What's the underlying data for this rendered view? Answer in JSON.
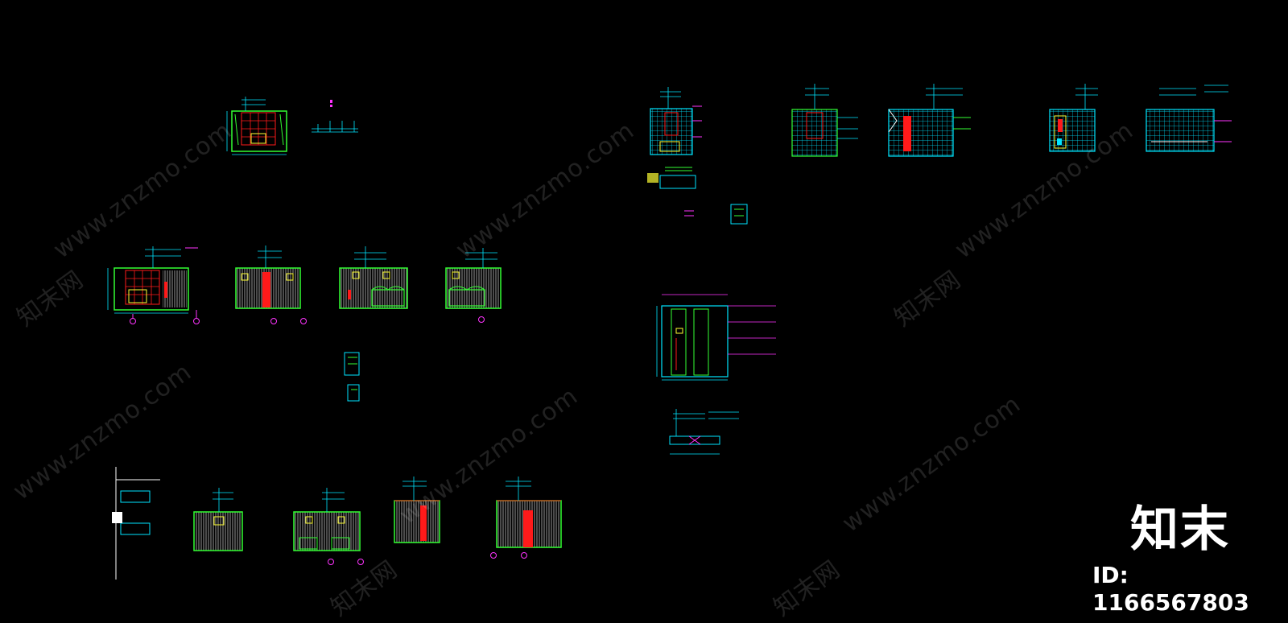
{
  "watermark": {
    "url_text": "www.znzmo.com",
    "site_text": "知末网",
    "logo_text": "知末",
    "id_text": "ID: 1166567803"
  },
  "colors": {
    "background": "#000000",
    "cyan": "#00e5ff",
    "green": "#33ff33",
    "magenta": "#ff33ff",
    "red": "#ff1a1a",
    "white": "#ffffff",
    "yellow": "#ffff33"
  }
}
